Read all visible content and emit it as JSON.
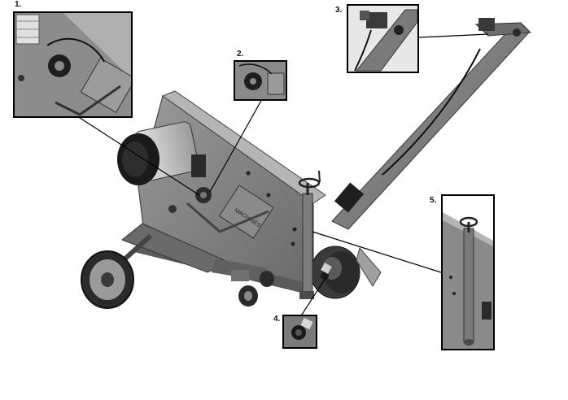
{
  "callouts": [
    {
      "number": "1.",
      "depicts": "motor switch and wiring detail"
    },
    {
      "number": "2.",
      "depicts": "control knob detail"
    },
    {
      "number": "3.",
      "depicts": "handle switch detail"
    },
    {
      "number": "4.",
      "depicts": "blade housing bolt detail"
    },
    {
      "number": "5.",
      "depicts": "depth adjustment column detail"
    }
  ],
  "plate_text": "MACHINES",
  "colors": {
    "frame": "#7a7a7a",
    "frame_dark": "#4a4a4a",
    "frame_light": "#a9a9a9",
    "motor": "#1e1e1e",
    "tire": "#2a2a2a",
    "leader_line": "#000000"
  }
}
